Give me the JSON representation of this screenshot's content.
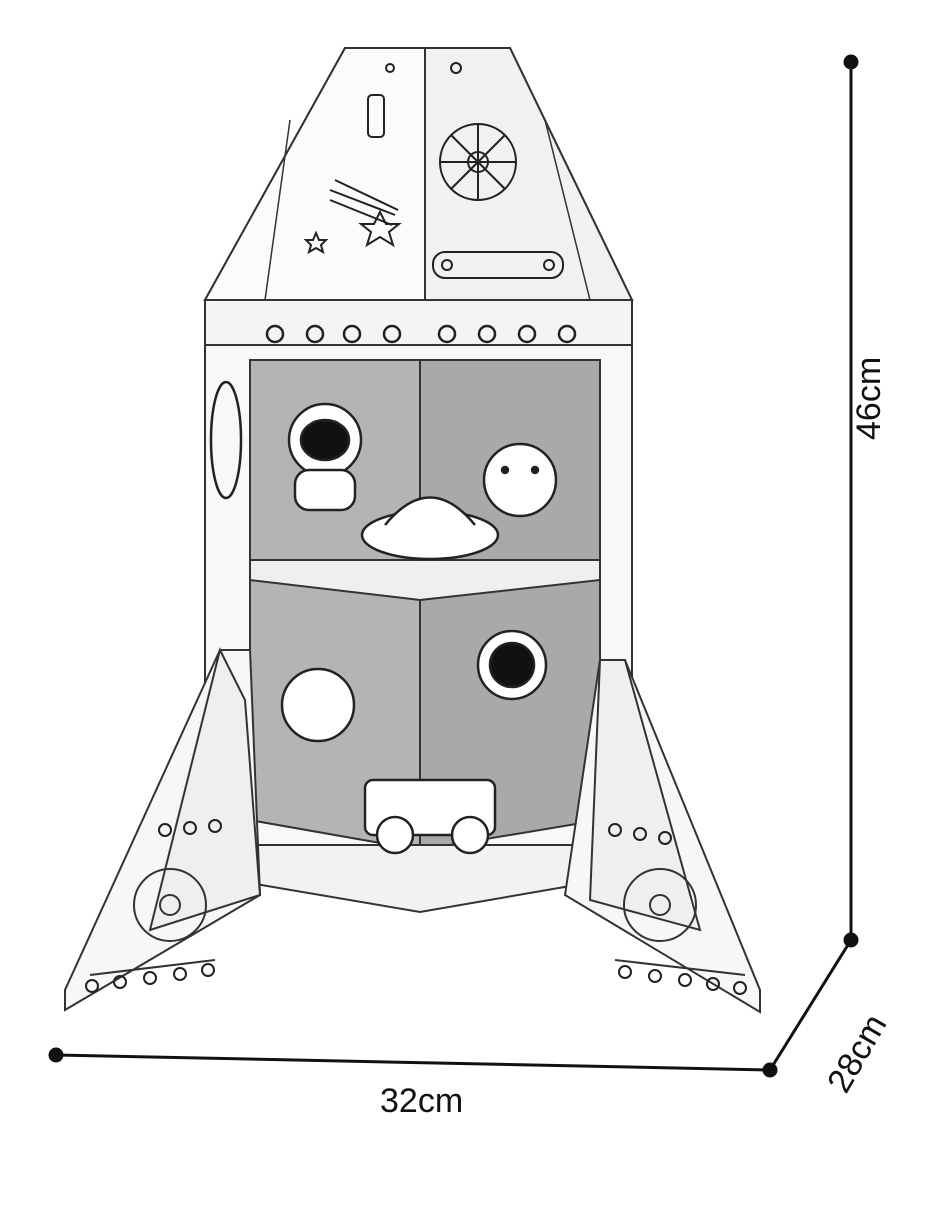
{
  "product": {
    "kind": "cardboard-rocket-playhouse",
    "colors": {
      "body": "#f7f7f7",
      "interior": "#a9a9a9",
      "line": "#222222"
    }
  },
  "dimensions": {
    "width": "32cm",
    "height": "46cm",
    "depth": "28cm"
  }
}
